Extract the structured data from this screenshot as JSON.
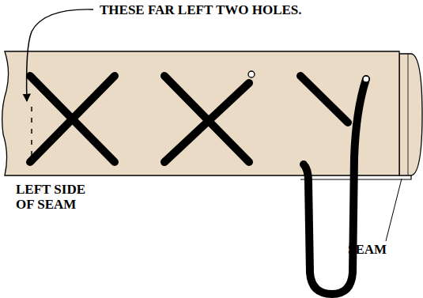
{
  "diagram": {
    "labels": [
      "THESE FAR LEFT TWO HOLES.",
      "LEFT SIDE OF SEAM",
      "SEAM"
    ]
  }
}
